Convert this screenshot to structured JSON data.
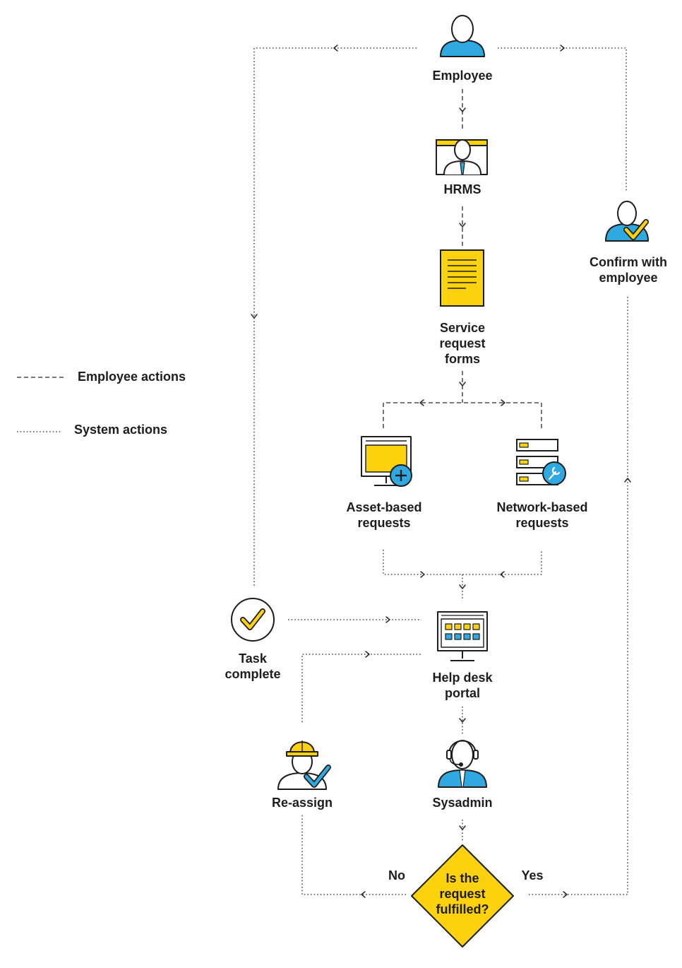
{
  "legend": {
    "employee_actions": "Employee actions",
    "system_actions": "System actions"
  },
  "nodes": {
    "employee": {
      "label": "Employee",
      "icon": "employee-icon"
    },
    "hrms": {
      "label": "HRMS",
      "icon": "hrms-icon"
    },
    "service_forms": {
      "lines": [
        "Service",
        "request",
        "forms"
      ],
      "icon": "document-icon"
    },
    "asset_requests": {
      "lines": [
        "Asset-based",
        "requests"
      ],
      "icon": "monitor-plus-icon"
    },
    "network_requests": {
      "lines": [
        "Network-based",
        "requests"
      ],
      "icon": "server-wrench-icon"
    },
    "help_desk": {
      "lines": [
        "Help desk",
        "portal"
      ],
      "icon": "help-desk-monitor-icon"
    },
    "sysadmin": {
      "label": "Sysadmin",
      "icon": "headset-agent-icon"
    },
    "reassign": {
      "label": "Re-assign",
      "icon": "hardhat-worker-icon"
    },
    "task_complete": {
      "lines": [
        "Task",
        "complete"
      ],
      "icon": "check-circle-icon"
    },
    "confirm": {
      "lines": [
        "Confirm with",
        "employee"
      ],
      "icon": "user-check-icon"
    },
    "decision": {
      "lines": [
        "Is the",
        "request",
        "fulfilled?"
      ],
      "no": "No",
      "yes": "Yes"
    }
  },
  "colors": {
    "blue": "#2fa9e0",
    "yellow": "#fcd10d",
    "outline": "#1d1d1d",
    "connector": "#2b2b2b"
  }
}
